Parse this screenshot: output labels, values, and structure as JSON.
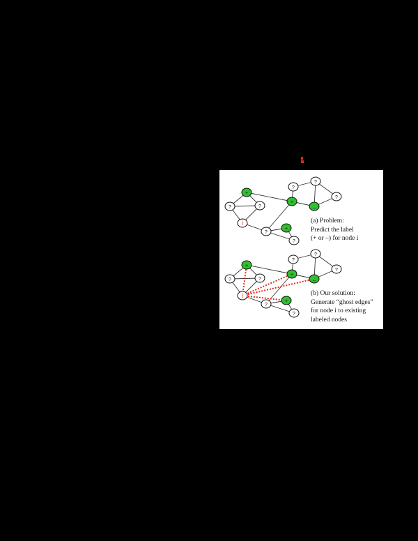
{
  "page": {
    "background": "#000000"
  },
  "marker": {
    "color": "#e8281c"
  },
  "figure": {
    "colors": {
      "labeled_node": "#2fbf2f",
      "unlabeled_node": "#ffffff",
      "edge": "#333333",
      "ghost_edge": "#e8281c",
      "node_i_label": "#e8401c"
    },
    "node_labels": {
      "positive": "+",
      "negative": "−",
      "unknown": "?",
      "target": "i"
    },
    "panel_a": {
      "caption_lines": [
        "(a) Problem:",
        "Predict the label",
        "(+ or –) for node i"
      ]
    },
    "panel_b": {
      "caption_lines": [
        "(b) Our solution:",
        "Generate “ghost edges”",
        "for node i to existing",
        "labeled nodes"
      ]
    }
  }
}
